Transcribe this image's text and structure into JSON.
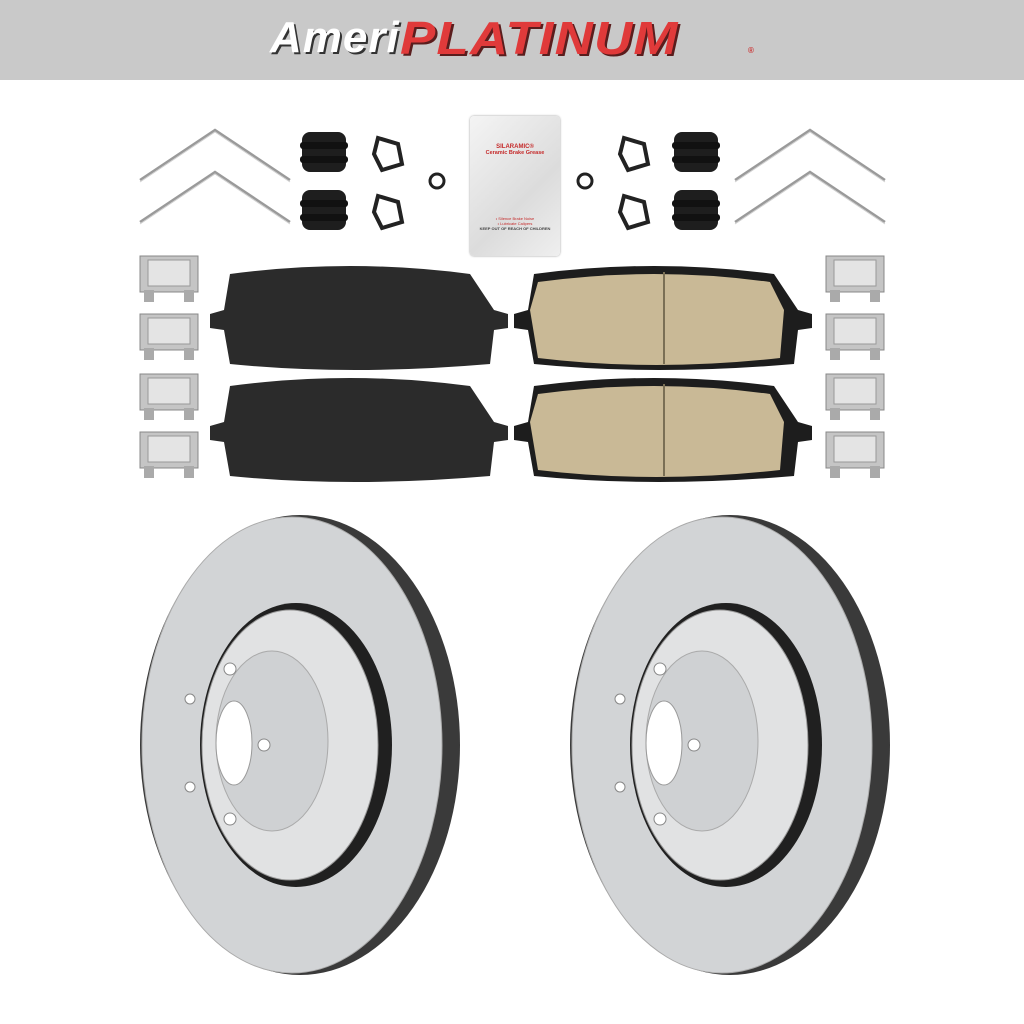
{
  "brand": {
    "prefix": "Ameri",
    "name": "PLATINUM",
    "registered": "®",
    "colors": {
      "banner": "#c9c9c9",
      "accent": "#e03a3a",
      "prefix": "#ffffff"
    }
  },
  "grease_packet": {
    "title": "SILARAMIC®",
    "subtitle": "Ceramic Brake Grease",
    "instruction_1": "• Silence Brake Noise",
    "instruction_2": "• Lubricate Calipers",
    "warning": "KEEP OUT OF REACH OF CHILDREN"
  },
  "components": {
    "pad_colors": {
      "semi_metallic": "#2b2b2b",
      "ceramic": "#c9b996"
    },
    "rotor_color": "#d2d4d6"
  }
}
